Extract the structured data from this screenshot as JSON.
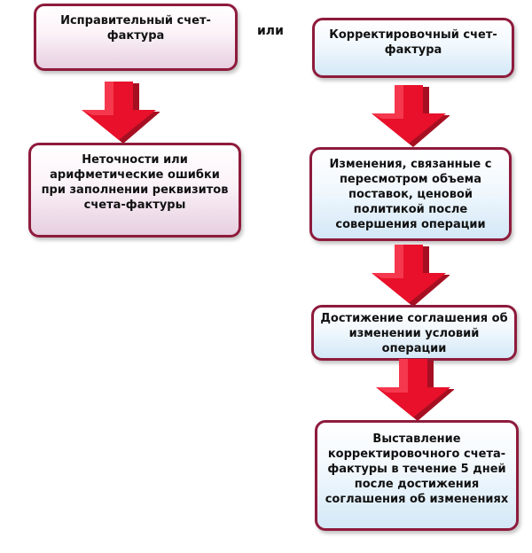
{
  "left_column": {
    "box1": "Исправительный счет-фактура",
    "box2": "Неточности или арифметические ошибки при заполнении реквизитов счета-фактуры"
  },
  "separator": "или",
  "right_column": {
    "box1": "Корректировочный счет-фактура",
    "box2": "Изменения, связанные с пересмотром объема поставок, ценовой политикой после совершения операции",
    "box3": "Достижение соглашения об изменении условий операции",
    "box4": "Выставление корректировочного счета-фактуры в течение 5 дней после достижения соглашения об изменениях"
  },
  "colors": {
    "border": "#8e1b3c",
    "arrow": "#e8102a",
    "left_fill": "#e7cfe0",
    "right_fill": "#d3e8f7"
  }
}
